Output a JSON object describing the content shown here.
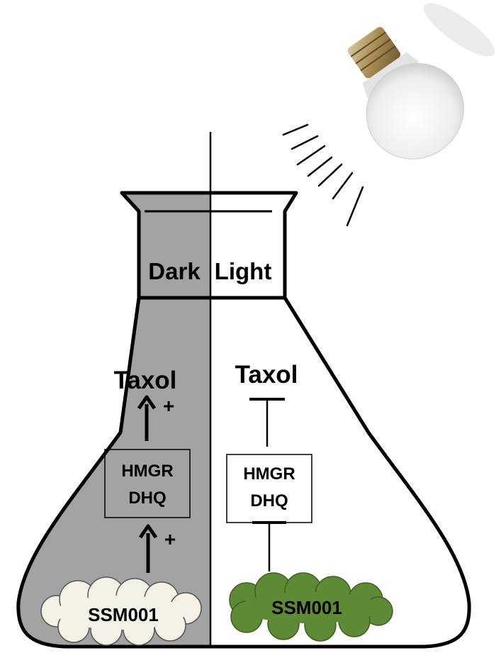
{
  "diagram": {
    "halves": {
      "dark": {
        "label": "Dark",
        "product": "Taxol",
        "sign_top": "+",
        "sign_bottom": "+",
        "genes": [
          "HMGR",
          "DHQ"
        ],
        "organism": "SSM001"
      },
      "light": {
        "label": "Light",
        "product": "Taxol",
        "genes": [
          "HMGR",
          "DHQ"
        ],
        "organism": "SSM001"
      }
    },
    "colors": {
      "dark_fill": "#a3a3a3",
      "light_fill": "#ffffff",
      "dark_culture": "#f4f1e6",
      "light_culture": "#5f8a35",
      "outline": "#000000"
    },
    "icons": [
      "light-bulb-icon",
      "light-ray-icon"
    ]
  }
}
